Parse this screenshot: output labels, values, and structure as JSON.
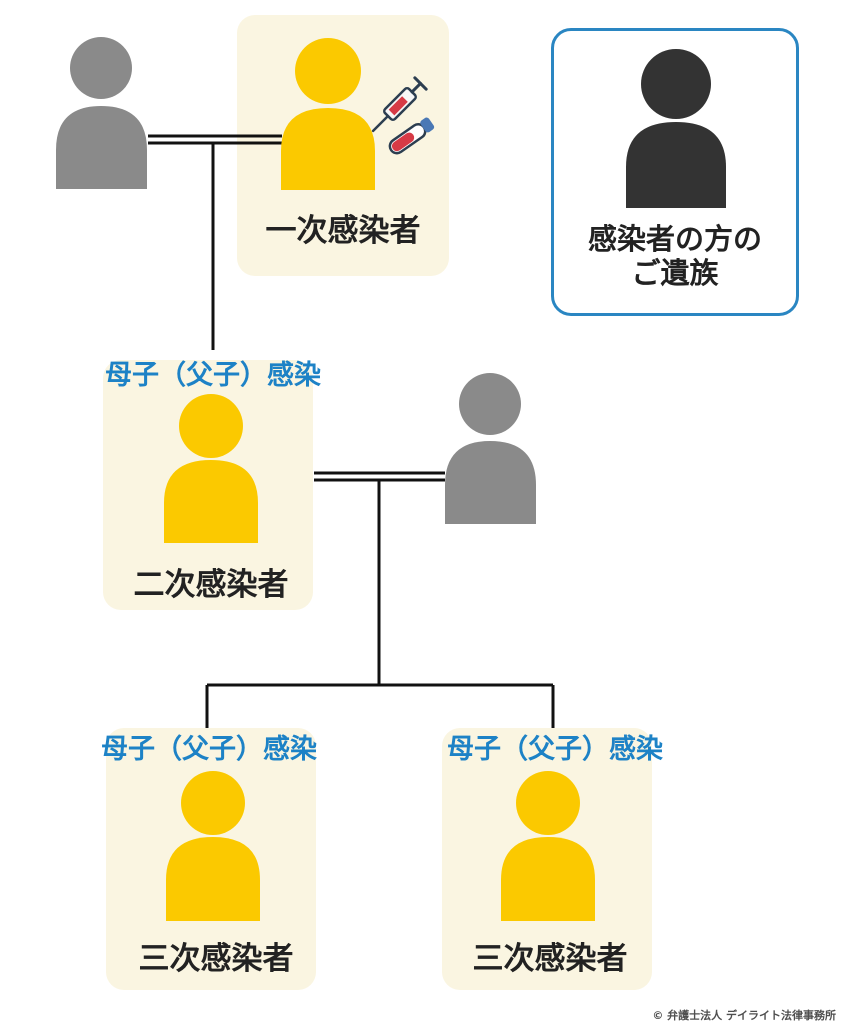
{
  "diagram": {
    "legend": {
      "line1": "感染者の方の",
      "line2": "ご遺族"
    },
    "labels": {
      "primary": "一次感染者",
      "secondary": "二次感染者",
      "tertiary_left": "三次感染者",
      "tertiary_right": "三次感染者"
    },
    "relations": {
      "top": "母子（父子）感染",
      "left": "母子（父子）感染",
      "right": "母子（父子）感染"
    },
    "copyright": "© 弁護士法人 デイライト法律事務所",
    "colors": {
      "infected": "#fbc900",
      "spouse": "#8a8a8a",
      "family": "#333333",
      "box": "#faf5e1",
      "relation": "#1d82c6",
      "border": "#2a86c2",
      "line": "#111111"
    },
    "icons": {
      "infected_person": "person-icon",
      "spouse": "person-icon",
      "family_member": "person-icon",
      "medical": "syringe-and-test-tube-icon"
    }
  }
}
